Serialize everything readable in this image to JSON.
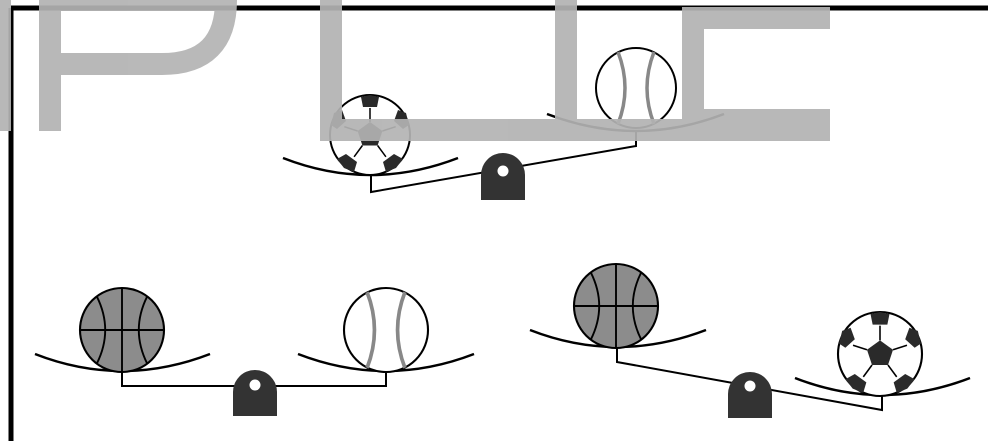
{
  "watermark": {
    "text": "IPLLC"
  },
  "balances": [
    {
      "name": "top",
      "left_pan": "soccer-ball",
      "right_pan": "baseball",
      "heavier_side": "left"
    },
    {
      "name": "bottom-left",
      "left_pan": "basketball",
      "right_pan": "baseball",
      "heavier_side": "equal"
    },
    {
      "name": "bottom-right",
      "left_pan": "basketball",
      "right_pan": "soccer-ball",
      "heavier_side": "right"
    }
  ],
  "colors": {
    "stroke": "#000000",
    "fulcrum": "#333333",
    "basketball_fill": "#8c8c8c",
    "baseball_seam": "#888888",
    "soccer_patch": "#2a2a2a",
    "watermark": "#b3b3b3"
  }
}
